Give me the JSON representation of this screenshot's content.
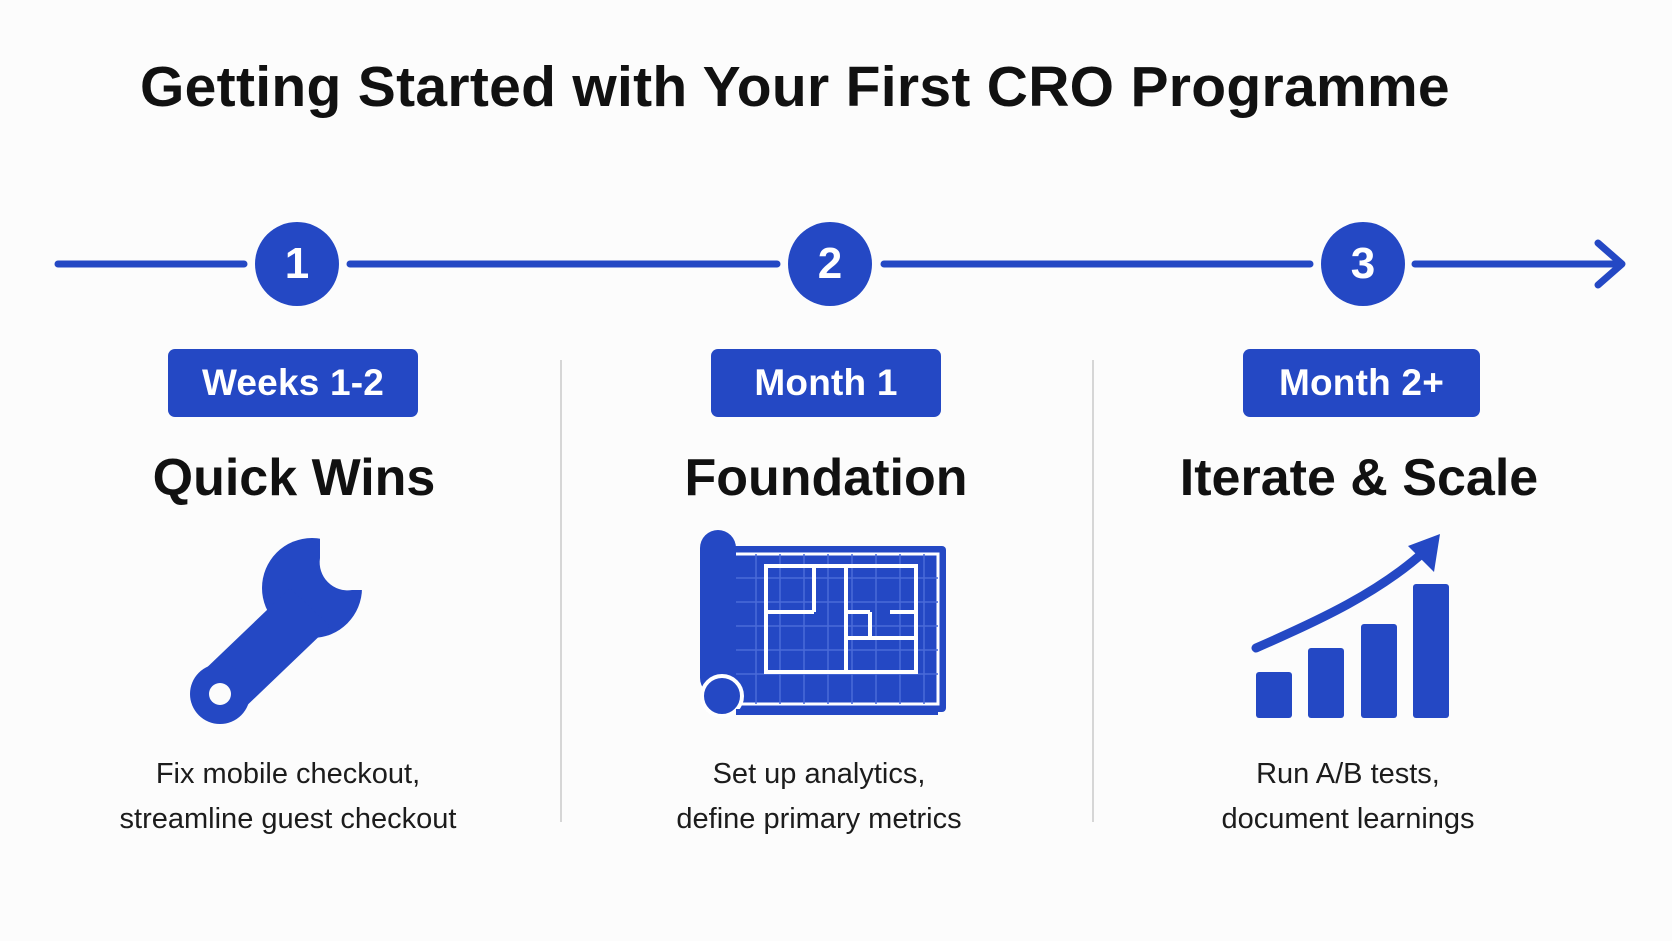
{
  "title": "Getting Started with Your First CRO Programme",
  "accent_color": "#2448c4",
  "phases": [
    {
      "number": "1",
      "period": "Weeks 1-2",
      "name": "Quick Wins",
      "icon": "wrench-icon",
      "description_lines": [
        "Fix mobile checkout,",
        "streamline guest checkout"
      ]
    },
    {
      "number": "2",
      "period": "Month 1",
      "name": "Foundation",
      "icon": "blueprint-icon",
      "description_lines": [
        "Set up analytics,",
        "define primary metrics"
      ]
    },
    {
      "number": "3",
      "period": "Month 2+",
      "name": "Iterate & Scale",
      "icon": "growth-chart-icon",
      "description_lines": [
        "Run A/B tests,",
        "document learnings"
      ]
    }
  ]
}
